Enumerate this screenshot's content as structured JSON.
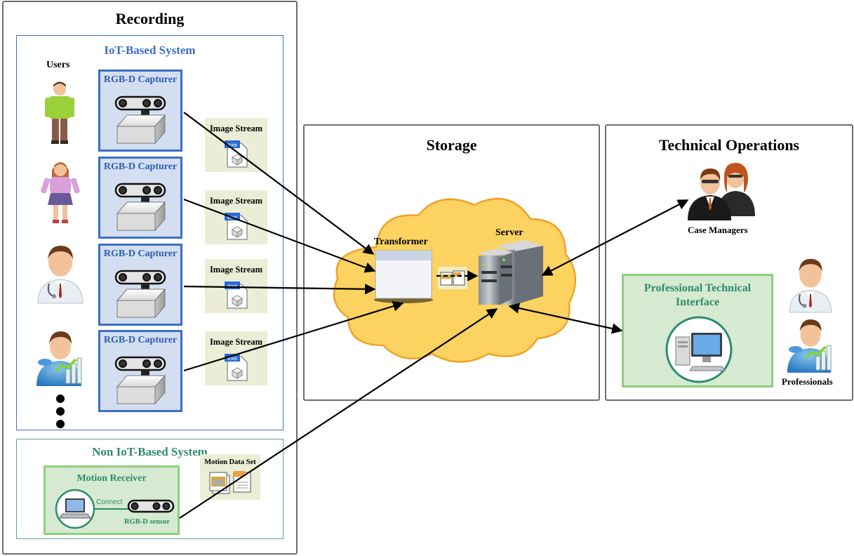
{
  "recording": {
    "title": "Recording",
    "iot": {
      "title": "IoT-Based System",
      "users_label": "Users",
      "capturers": [
        "RGB-D Capturer",
        "RGB-D Capturer",
        "RGB-D Capturer",
        "RGB-D Capturer"
      ],
      "streams": [
        "Image Stream",
        "Image Stream",
        "Image Stream",
        "Image Stream"
      ],
      "file_badge": "exe"
    },
    "non_iot": {
      "title": "Non IoT-Based System",
      "receiver": "Motion Receiver",
      "connect": "Connect",
      "sensor": "RGB-D sensor",
      "dataset": "Motion Data Set"
    }
  },
  "storage": {
    "title": "Storage",
    "transformer": "Transformer",
    "server": "Server"
  },
  "technical": {
    "title": "Technical Operations",
    "case_managers": "Case Managers",
    "interface": "Professional Technical Interface",
    "professionals": "Professionals"
  },
  "colors": {
    "iot_blue": "#3b6fc4",
    "non_iot_green": "#2e8b6e",
    "cloud": "#fcd360",
    "cloud_border": "#f0a22b",
    "stream_bg": "#ebedd6",
    "interface_bg": "#d5ead0"
  },
  "icons": [
    "user-male-icon",
    "user-female-icon",
    "doctor-icon",
    "analyst-icon",
    "rgbd-camera-icon",
    "exe-file-icon",
    "laptop-icon",
    "computer-icon",
    "server-icon",
    "window-icon",
    "case-managers-icon"
  ]
}
